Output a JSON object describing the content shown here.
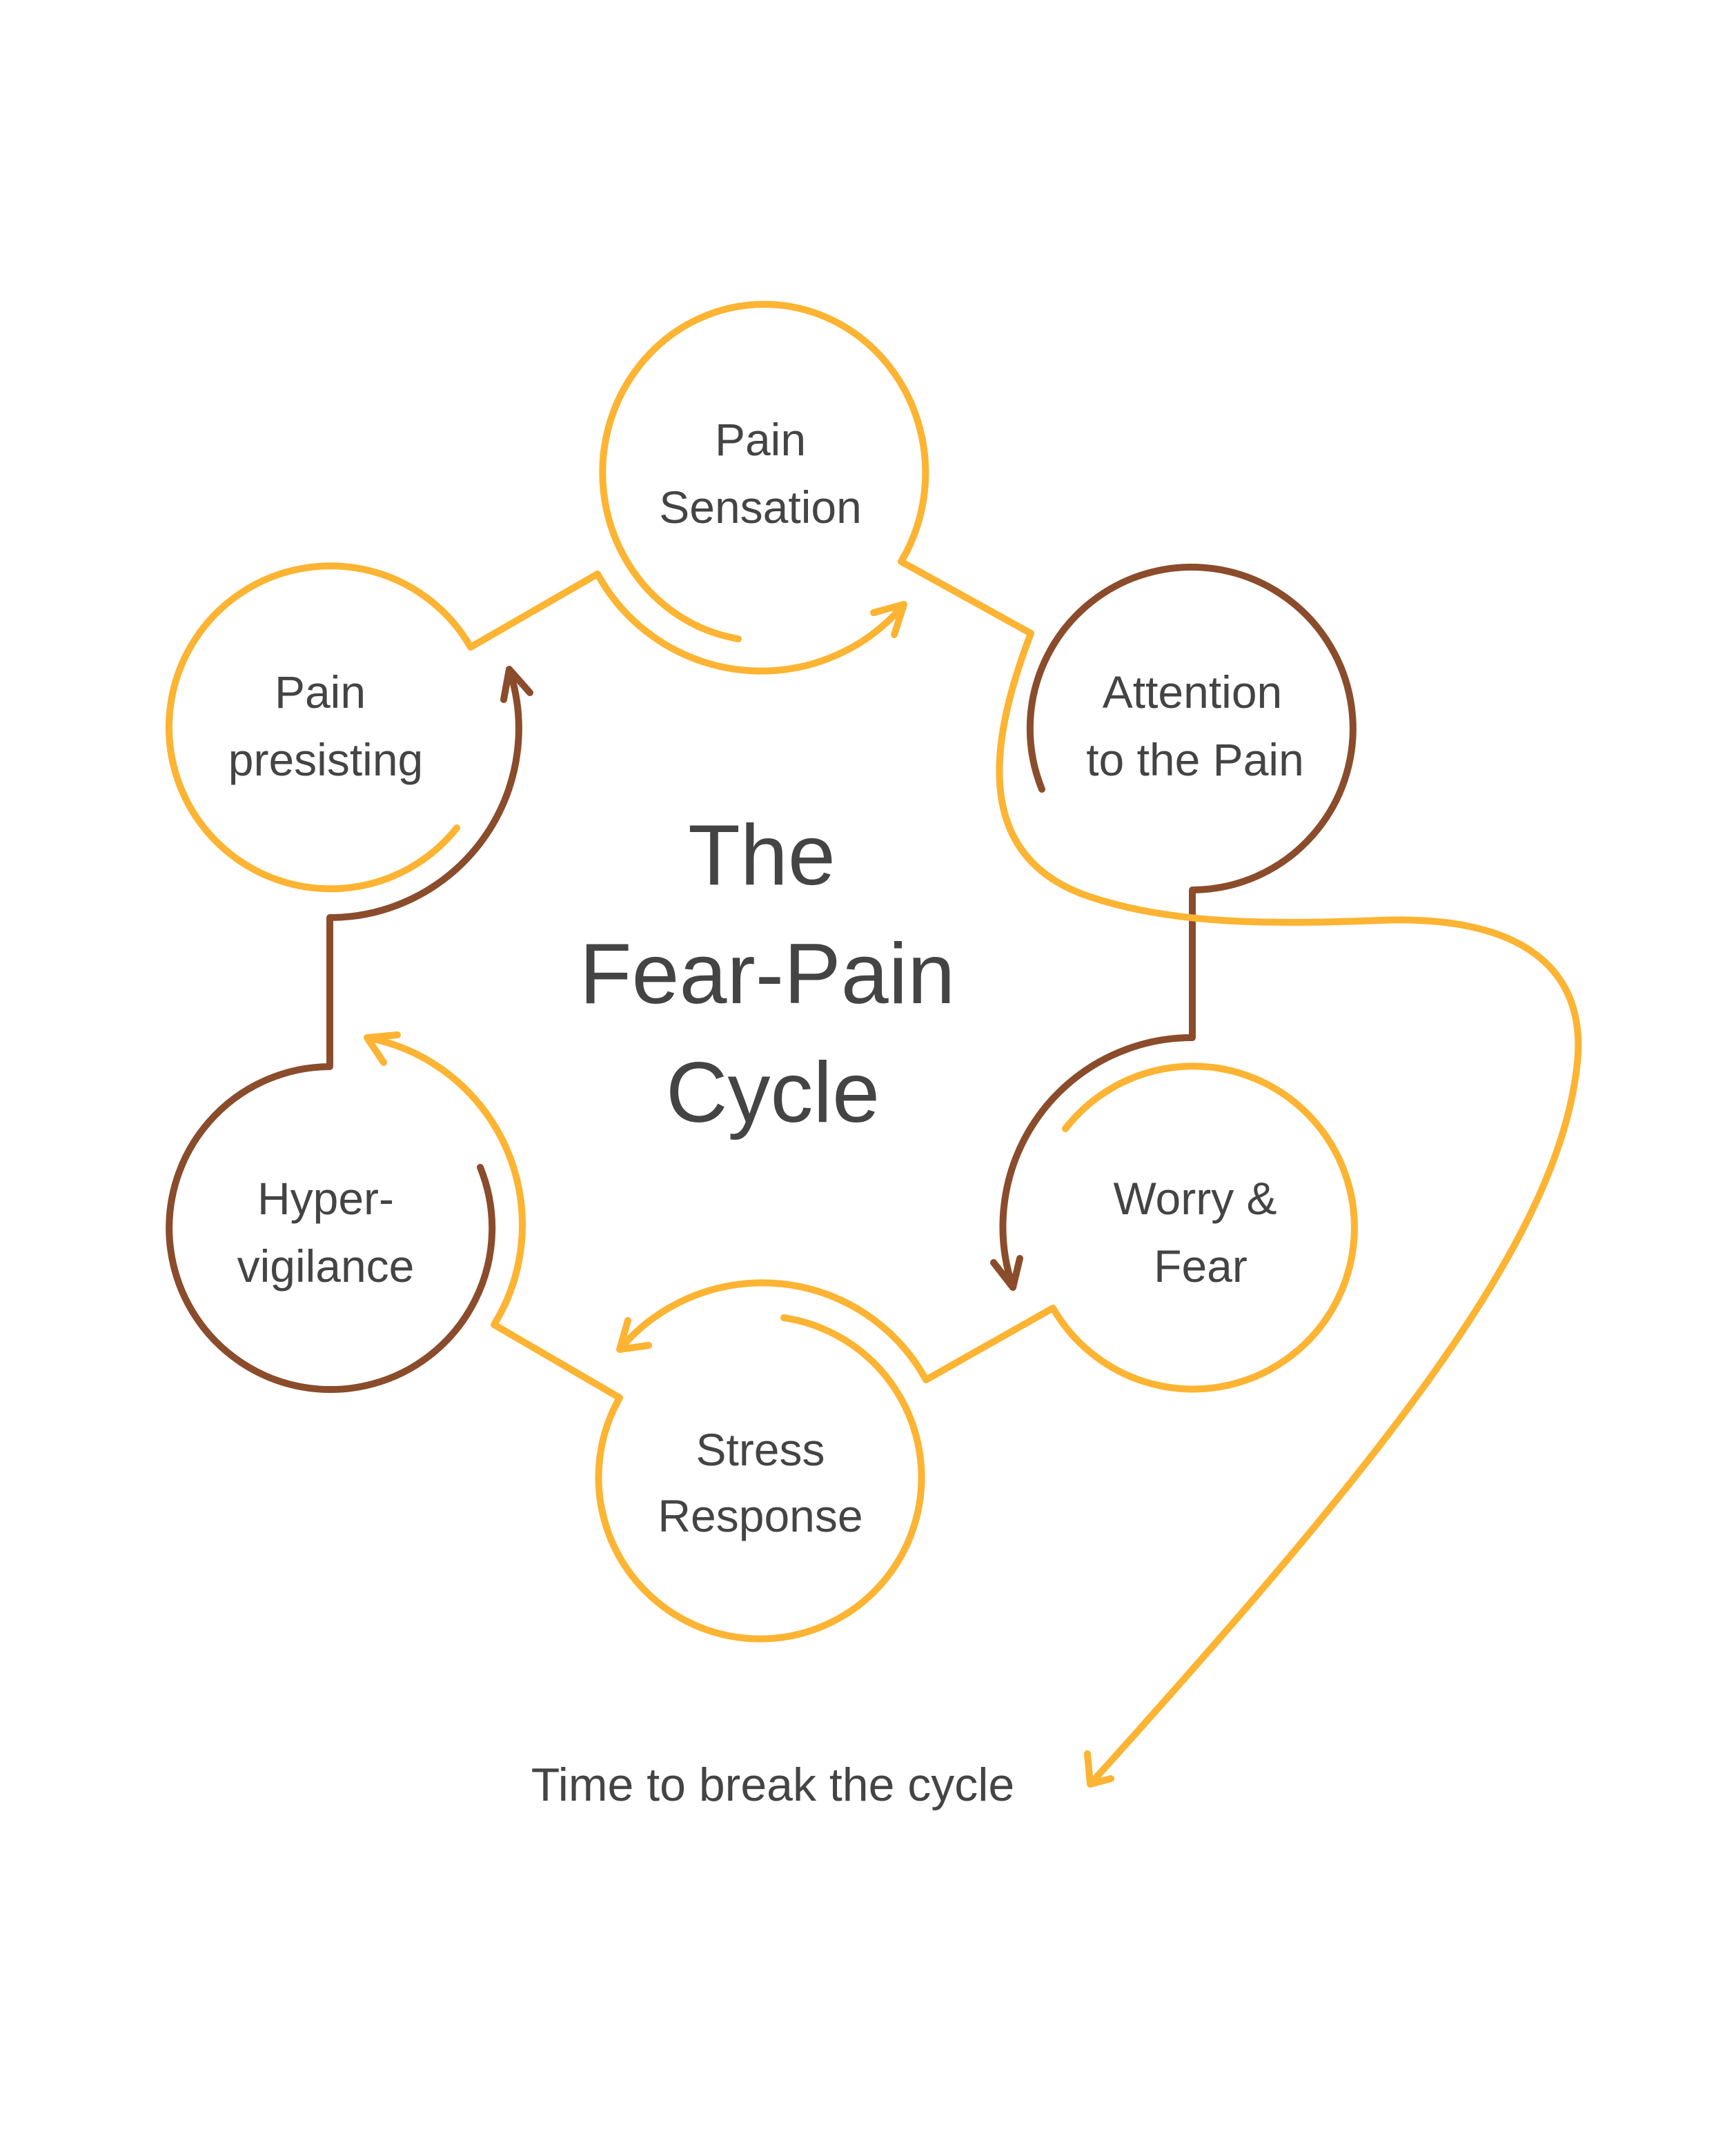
{
  "title": {
    "line1": "The",
    "line2": "Fear-Pain",
    "line3": "Cycle"
  },
  "nodes": [
    {
      "line1": "Pain",
      "line2": "Sensation"
    },
    {
      "line1": "Attention",
      "line2": "to the Pain"
    },
    {
      "line1": "Worry &",
      "line2": "Fear"
    },
    {
      "line1": "Stress",
      "line2": "Response"
    },
    {
      "line1": "Hyper-",
      "line2": "vigilance"
    },
    {
      "line1": "Pain",
      "line2": "presisting"
    }
  ],
  "footer": "Time to break the cycle",
  "colors": {
    "yellow": "#FDB432",
    "brown": "#8B4C2C",
    "text": "#444444"
  }
}
